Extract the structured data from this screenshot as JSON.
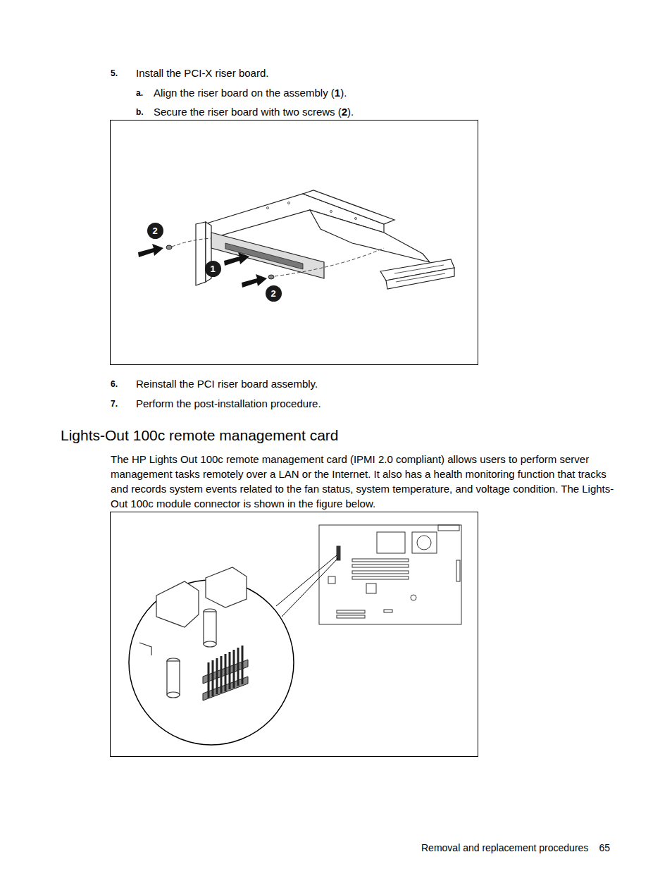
{
  "diagram": {
    "title": "Lights-Out 100c remote management card",
    "nodes": [
      {
        "text": [
          "2"
        ]
      },
      {
        "text": [
          "1"
        ]
      },
      {
        "text": [
          "2"
        ]
      }
    ],
    "edges": [],
    "labels": [
      "5.",
      "Install the PCI-X riser board.",
      "a.",
      "Align the riser board on the assembly (1).",
      "b.",
      "Secure the riser board with two screws (2).",
      "6.",
      "Reinstall the PCI riser board assembly.",
      "7.",
      "Perform the post-installation procedure.",
      "The HP Lights Out 100c remote management card (IPMI 2.0 compliant) allows users to perform server management tasks remotely over a LAN or the Internet. It also has a health monitoring function that tracks and records system events related to the fan status, system temperature, and voltage condition. The Lights-Out 100c module connector is shown in the figure below.",
      "Removal and replacement procedures",
      "65"
    ]
  }
}
